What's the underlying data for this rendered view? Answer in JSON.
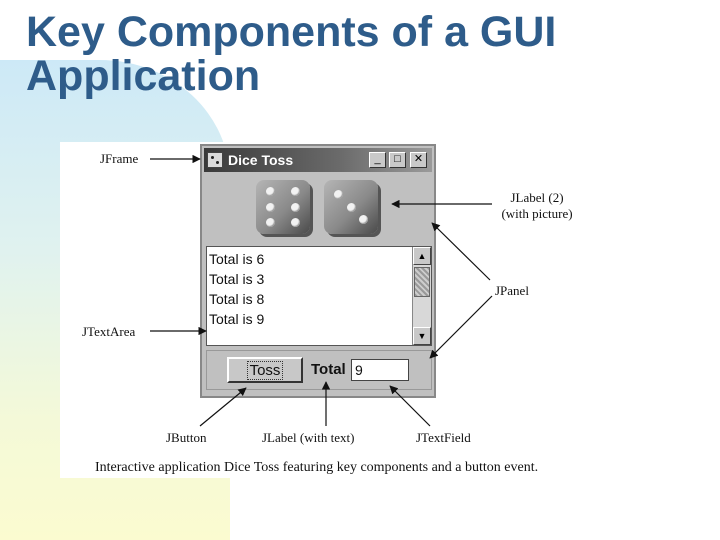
{
  "slide": {
    "title_line1": "Key Components of a GUI",
    "title_line2": "Application"
  },
  "window": {
    "title": "Dice Toss",
    "minimize_glyph": "_",
    "maximize_glyph": "□",
    "close_glyph": "✕",
    "text_area_lines": [
      "Total is 6",
      "Total is 3",
      "Total is 8",
      "Total is 9"
    ],
    "toss_label": "Toss",
    "total_label": "Total",
    "total_value": "9",
    "dice": [
      6,
      3
    ]
  },
  "annotations": {
    "jframe": "JFrame",
    "jlabel_picture_line1": "JLabel  (2)",
    "jlabel_picture_line2": "(with picture)",
    "jpanel": "JPanel",
    "jtextarea": "JTextArea",
    "jbutton": "JButton",
    "jlabel_text": "JLabel (with text)",
    "jtextfield": "JTextField"
  },
  "caption": "Interactive application Dice Toss featuring key components and a button event.",
  "colors": {
    "title": "#2e5c8a",
    "window_gray": "#c0c0c0"
  }
}
